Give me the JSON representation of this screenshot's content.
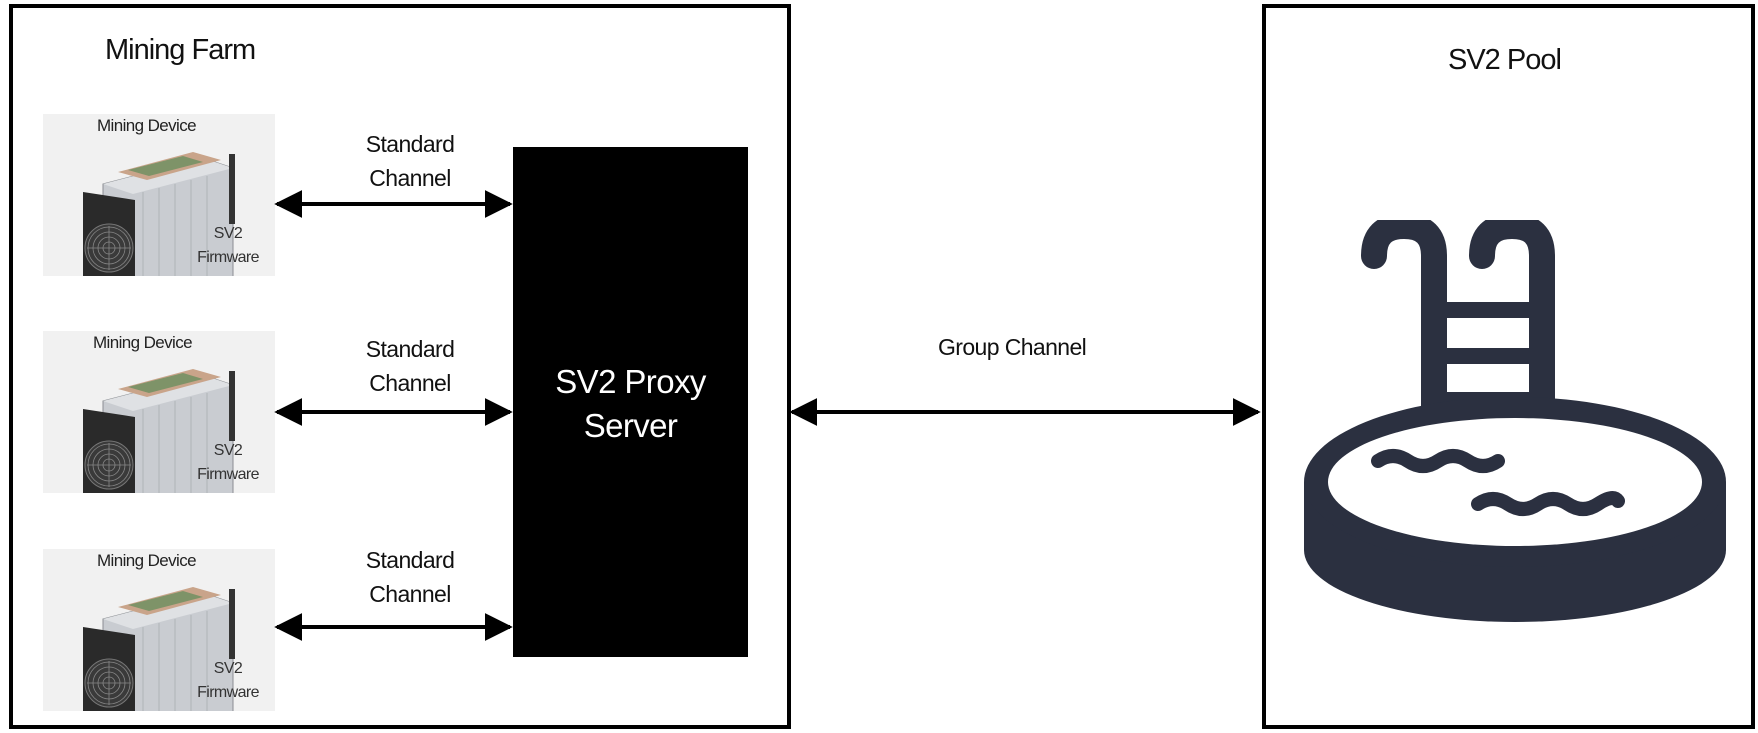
{
  "diagram": {
    "farm_title": "Mining Farm",
    "pool_title": "SV2 Pool",
    "proxy_label": "SV2 Proxy Server",
    "group_channel_label": "Group Channel",
    "devices": [
      {
        "name": "Mining Device",
        "firmware_line1": "SV2",
        "firmware_line2": "Firmware",
        "channel_line1": "Standard",
        "channel_line2": "Channel"
      },
      {
        "name": "Mining Device",
        "firmware_line1": "SV2",
        "firmware_line2": "Firmware",
        "channel_line1": "Standard",
        "channel_line2": "Channel"
      },
      {
        "name": "Mining Device",
        "firmware_line1": "SV2",
        "firmware_line2": "Firmware",
        "channel_line1": "Standard",
        "channel_line2": "Channel"
      }
    ],
    "colors": {
      "line": "#000000",
      "pool_icon": "#2b3040",
      "device_bg": "#f1f1f1"
    },
    "icons": {
      "device": "asic-miner-image",
      "pool": "swimming-pool-icon"
    }
  }
}
